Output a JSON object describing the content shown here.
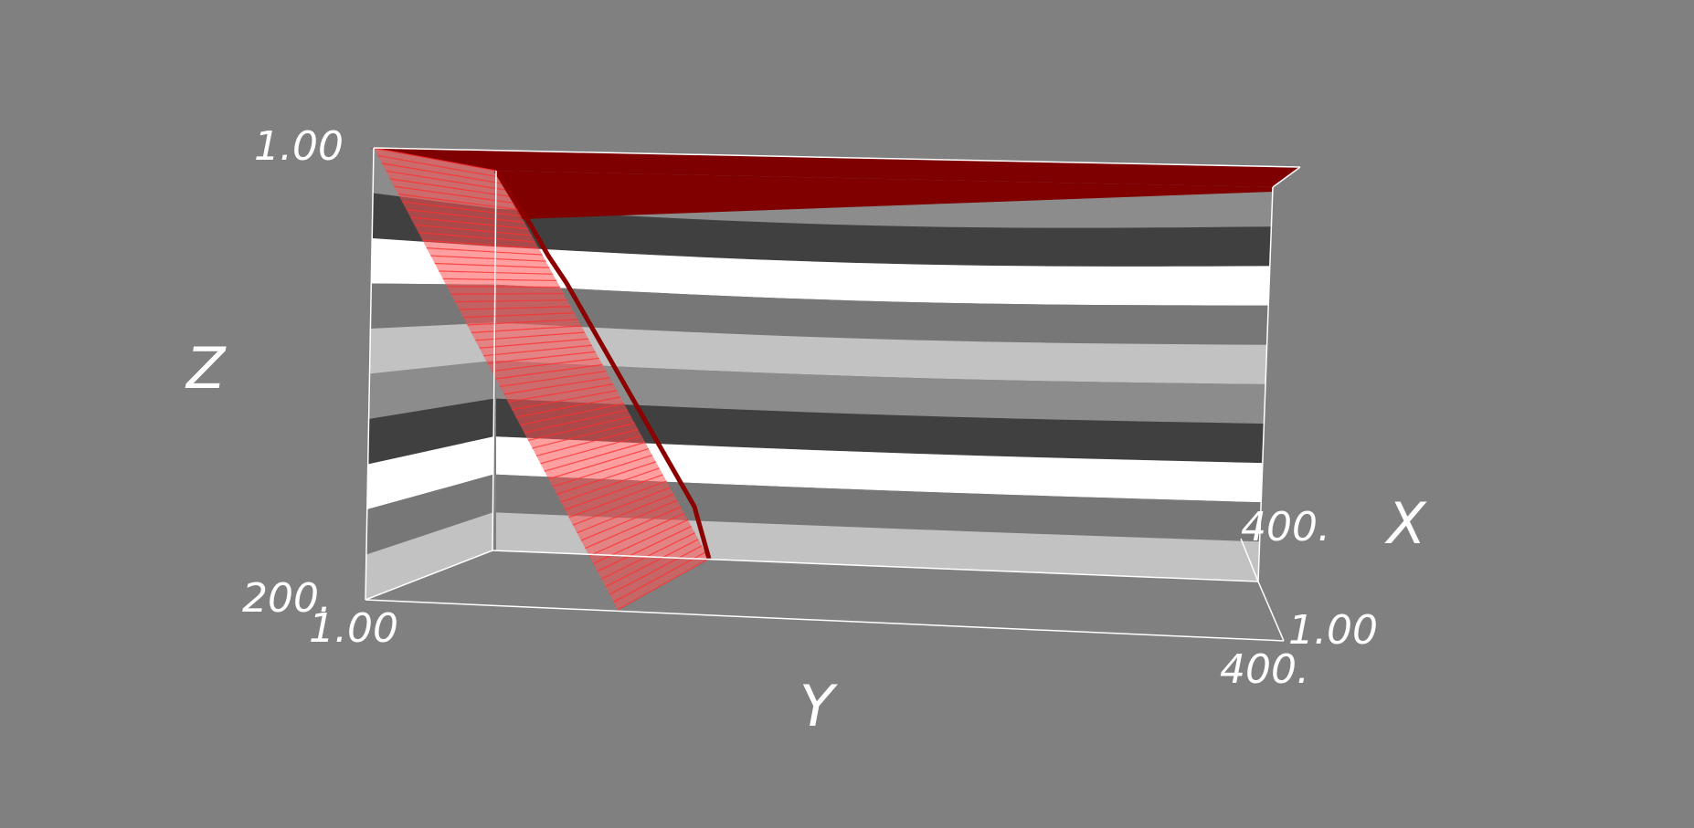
{
  "axes": {
    "x": {
      "name": "X",
      "ticks": [
        "400.",
        "1.00"
      ]
    },
    "y": {
      "name": "Y",
      "ticks": [
        "1.00",
        "400."
      ]
    },
    "z": {
      "name": "Z",
      "ticks": [
        "1.00",
        "200."
      ]
    }
  },
  "colors": {
    "background": "#808080",
    "fault_surface": "#ff4040",
    "fault_edge": "#8b0000",
    "top_plane": "#7f0000",
    "box_edges": "#ffffff"
  },
  "layer_shades": [
    "#8c8c8c",
    "#404040",
    "#ffffff",
    "#777777",
    "#c2c2c2",
    "#8c8c8c",
    "#404040",
    "#ffffff",
    "#777777",
    "#c2c2c2"
  ]
}
